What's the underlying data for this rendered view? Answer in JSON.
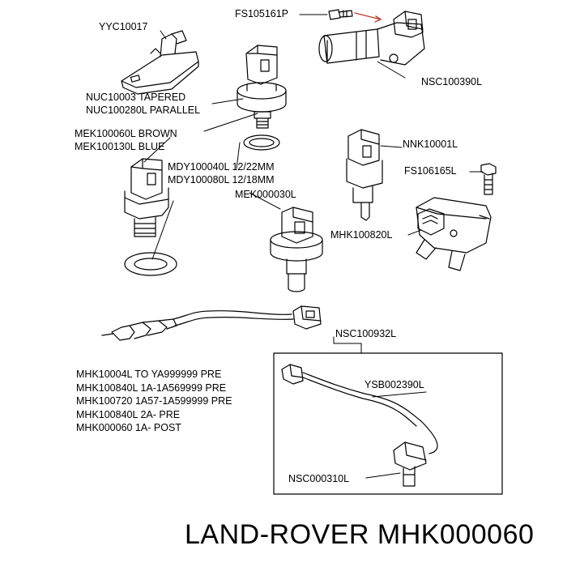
{
  "labels": {
    "yyc": "YYC10017",
    "fs105161p": "FS105161P",
    "nuc_group": [
      "NUC10003 TAPERED",
      "NUC100280L PARALLEL"
    ],
    "mek_group": [
      "MEK100060L BROWN",
      "MEK100130L BLUE"
    ],
    "mdy_group": [
      "MDY100040L 12/22MM",
      "MDY100080L 12/18MM"
    ],
    "mek000030l": "MEK000030L",
    "nsc100390l": "NSC100390L",
    "nnk10001l": "NNK10001L",
    "fs106165l": "FS106165L",
    "mhk100820l": "MHK100820L",
    "nsc100932l": "NSC100932L",
    "ysb002390l": "YSB002390L",
    "nsc000310l": "NSC000310L",
    "mhk_group": [
      "MHK10004L TO YA999999 PRE",
      "MHK100840L 1A-1A569999 PRE",
      "MHK100720 1A57-1A599999 PRE",
      "MHK100840L 2A- PRE",
      "MHK000060 1A- POST"
    ]
  },
  "footer": "LAND-ROVER MHK000060"
}
